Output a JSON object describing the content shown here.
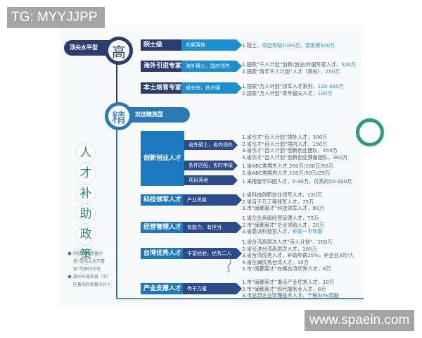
{
  "watermarks": {
    "top_left": "TG: MYYJJPP",
    "bottom_right": "www.spaein.com"
  },
  "colors": {
    "dark_navy": "#2b3c6e",
    "blue": "#1e78bd",
    "teal_title": "#2e8b72",
    "highlight": "#1e8fce"
  },
  "tiers": [
    {
      "badge": "高",
      "label": "顶尖水平型"
    },
    {
      "badge": "精",
      "label": "双创精英型"
    }
  ],
  "side_title": [
    "人",
    "才",
    "补",
    "助",
    "政",
    "策"
  ],
  "notes": [
    "同级政策重叠时按“就高从优不重复”的原则兑现",
    "福州市属各县（市）区叠加补助暂未计入"
  ],
  "top_rows": [
    {
      "label": "院士级",
      "tag": "长期落地",
      "lines": [
        {
          "text": "1.院士，",
          "hl": "项目资助1000万，安家费500万"
        }
      ]
    },
    {
      "label": "海外引进专家",
      "tag": "海外博士，国内领先",
      "lines": [
        {
          "text": "1.国家“千人计划”创新/创业/外国专家人才，",
          "hl": "500万"
        },
        {
          "text": "2.国家“青年千人计划”人才（高校），",
          "hl": "250万"
        }
      ]
    },
    {
      "label": "本土培育专家",
      "tag": "成长快，技术强",
      "lines": [
        {
          "text": "1.国家“万人计划”领军人才系列，",
          "hl": "120-380万"
        },
        {
          "text": "2.国家“万人计划”青年拔尖人才，",
          "hl": "100万"
        }
      ]
    }
  ],
  "innovation": {
    "label": "创新创业人才",
    "subtags": [
      "省外硕士，省内领先",
      "条件匹配，实时申报",
      "项目落地"
    ],
    "groups": [
      [
        "1.省引才“百人计划”境外人才，300万",
        "2.省引才“百人计划”国内人才，150万",
        "3.省引才“百人计划”创新创业团队，450万",
        "4.省引才“百人计划”创新创业预备团队，300万"
      ],
      [
        "1.省ABC类境外人才,200万/100万/50万",
        "2.省ABC类国内人才,100万/50万/25万"
      ],
      [
        "1.来榕留学归国人才，5-30万，优秀的50-200万"
      ]
    ]
  },
  "blue_rows": [
    {
      "label": "科技领军人才",
      "tag": "产业贡献",
      "lines": [
        {
          "text": "1.省科技创新创业领军人才，120万"
        },
        {
          "text": "2.省百千万工程领军人才，75万"
        },
        {
          "text": "3.市“闽都英才”科技领军人才，80万"
        }
      ]
    },
    {
      "label": "经营管理人才",
      "tag": "有能力，有担当",
      "lines": [
        {
          "text": "1.省企业高级经营管理人才，75万"
        },
        {
          "text": "2.市“闽都英才”企业领航人才，20万"
        },
        {
          "text": "3.省委派科技官人才，",
          "hl": "补助一半年薪"
        }
      ]
    },
    {
      "label": "台湾优秀人才",
      "tag": "丰富经验，优秀二人",
      "lines": [
        {
          "text": "1.省台湾高层次人才“百人计划”，200万"
        },
        {
          "text": "2.省引进台湾高层次人才，100万"
        },
        {
          "text": "3.省台湾优秀人才，补助年薪25%，补企业3万/人"
        },
        {
          "text": "4.省在闽优秀台湾人才，15万"
        },
        {
          "text": "5.市“闽都英才”在榕台湾优秀人才，8万"
        }
      ]
    },
    {
      "label": "产业支撑人才",
      "tag": "骨干力量",
      "lines": [
        {
          "text": "1.市“闽都英才”重点产业优秀人才，10万"
        },
        {
          "text": "2.市“闽都英才”现代服务业人才，8万"
        },
        {
          "text": "3.市总部企业管理技术人才，个税50%奖励"
        }
      ]
    }
  ]
}
